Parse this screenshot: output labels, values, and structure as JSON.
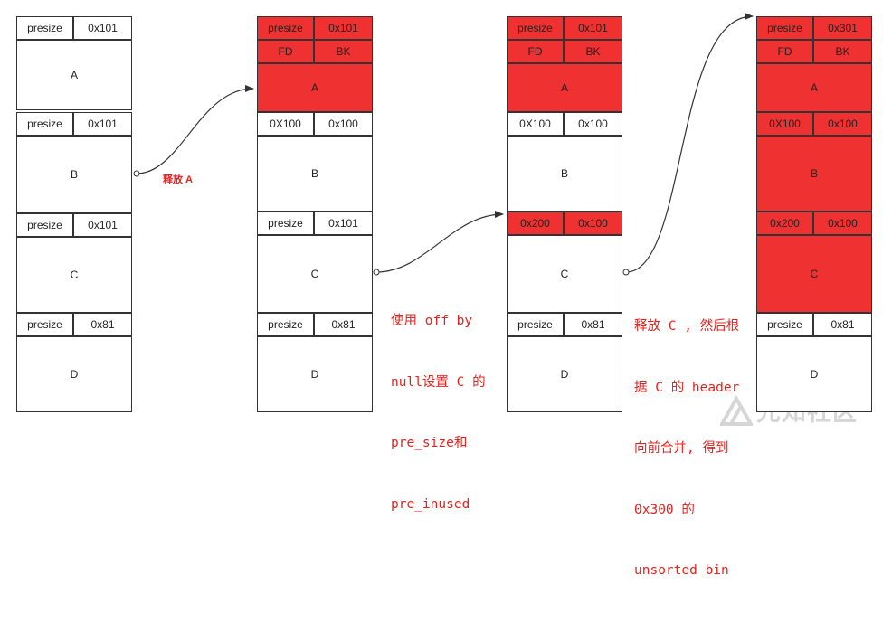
{
  "columns": [
    {
      "name": "initial",
      "cells": [
        {
          "text": "presize",
          "red": false
        },
        {
          "text": "0x101",
          "red": false
        },
        {
          "text": "A",
          "red": false
        },
        {
          "text": "presize",
          "red": false
        },
        {
          "text": "0x101",
          "red": false
        },
        {
          "text": "B",
          "red": false
        },
        {
          "text": "presize",
          "red": false
        },
        {
          "text": "0x101",
          "red": false
        },
        {
          "text": "C",
          "red": false
        },
        {
          "text": "presize",
          "red": false
        },
        {
          "text": "0x81",
          "red": false
        },
        {
          "text": "D",
          "red": false
        }
      ]
    },
    {
      "name": "after-free-a",
      "cells": [
        {
          "text": "presize",
          "red": true
        },
        {
          "text": "0x101",
          "red": true
        },
        {
          "text": "FD",
          "red": true
        },
        {
          "text": "BK",
          "red": true
        },
        {
          "text": "A",
          "red": true
        },
        {
          "text": "0X100",
          "red": false
        },
        {
          "text": "0x100",
          "red": false
        },
        {
          "text": "B",
          "red": false
        },
        {
          "text": "presize",
          "red": false
        },
        {
          "text": "0x101",
          "red": false
        },
        {
          "text": "C",
          "red": false
        },
        {
          "text": "presize",
          "red": false
        },
        {
          "text": "0x81",
          "red": false
        },
        {
          "text": "D",
          "red": false
        }
      ]
    },
    {
      "name": "after-off-by-null",
      "cells": [
        {
          "text": "presize",
          "red": true
        },
        {
          "text": "0x101",
          "red": true
        },
        {
          "text": "FD",
          "red": true
        },
        {
          "text": "BK",
          "red": true
        },
        {
          "text": "A",
          "red": true
        },
        {
          "text": "0X100",
          "red": false
        },
        {
          "text": "0x100",
          "red": false
        },
        {
          "text": "B",
          "red": false
        },
        {
          "text": "0x200",
          "red": true
        },
        {
          "text": "0x100",
          "red": true
        },
        {
          "text": "C",
          "red": false
        },
        {
          "text": "presize",
          "red": false
        },
        {
          "text": "0x81",
          "red": false
        },
        {
          "text": "D",
          "red": false
        }
      ]
    },
    {
      "name": "after-free-c",
      "cells": [
        {
          "text": "presize",
          "red": true
        },
        {
          "text": "0x301",
          "red": true
        },
        {
          "text": "FD",
          "red": true
        },
        {
          "text": "BK",
          "red": true
        },
        {
          "text": "A",
          "red": true
        },
        {
          "text": "0X100",
          "red": true
        },
        {
          "text": "0x100",
          "red": true
        },
        {
          "text": "B",
          "red": true
        },
        {
          "text": "0x200",
          "red": true
        },
        {
          "text": "0x100",
          "red": true
        },
        {
          "text": "C",
          "red": true
        },
        {
          "text": "presize",
          "red": false
        },
        {
          "text": "0x81",
          "red": false
        },
        {
          "text": "D",
          "red": false
        }
      ]
    }
  ],
  "annotations": {
    "free_a": "释放 A",
    "off_by_null": [
      "使用 off by",
      "null设置 C 的",
      "pre_size和",
      "pre_inused"
    ],
    "free_c": [
      "释放 C , 然后根",
      "据 C 的 header",
      "向前合并, 得到",
      "0x300 的",
      "unsorted bin"
    ]
  },
  "watermark": "先知社区",
  "colors": {
    "red": "#ef3131",
    "annotation": "#e8211d",
    "border": "#333333",
    "arrow": "#333333"
  }
}
